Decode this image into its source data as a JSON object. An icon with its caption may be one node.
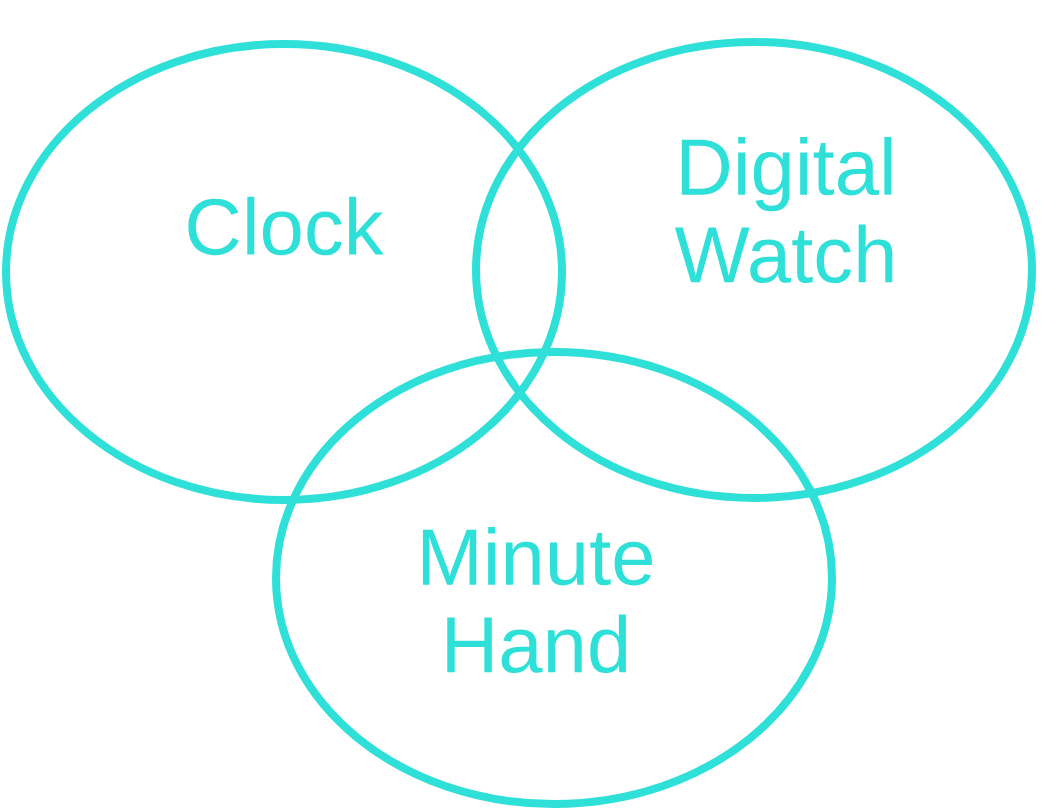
{
  "diagram": {
    "nodes": [
      {
        "text": [
          "Clock"
        ]
      },
      {
        "text": [
          "Digital Watch"
        ]
      },
      {
        "text": [
          "Minute Hand"
        ]
      }
    ]
  }
}
